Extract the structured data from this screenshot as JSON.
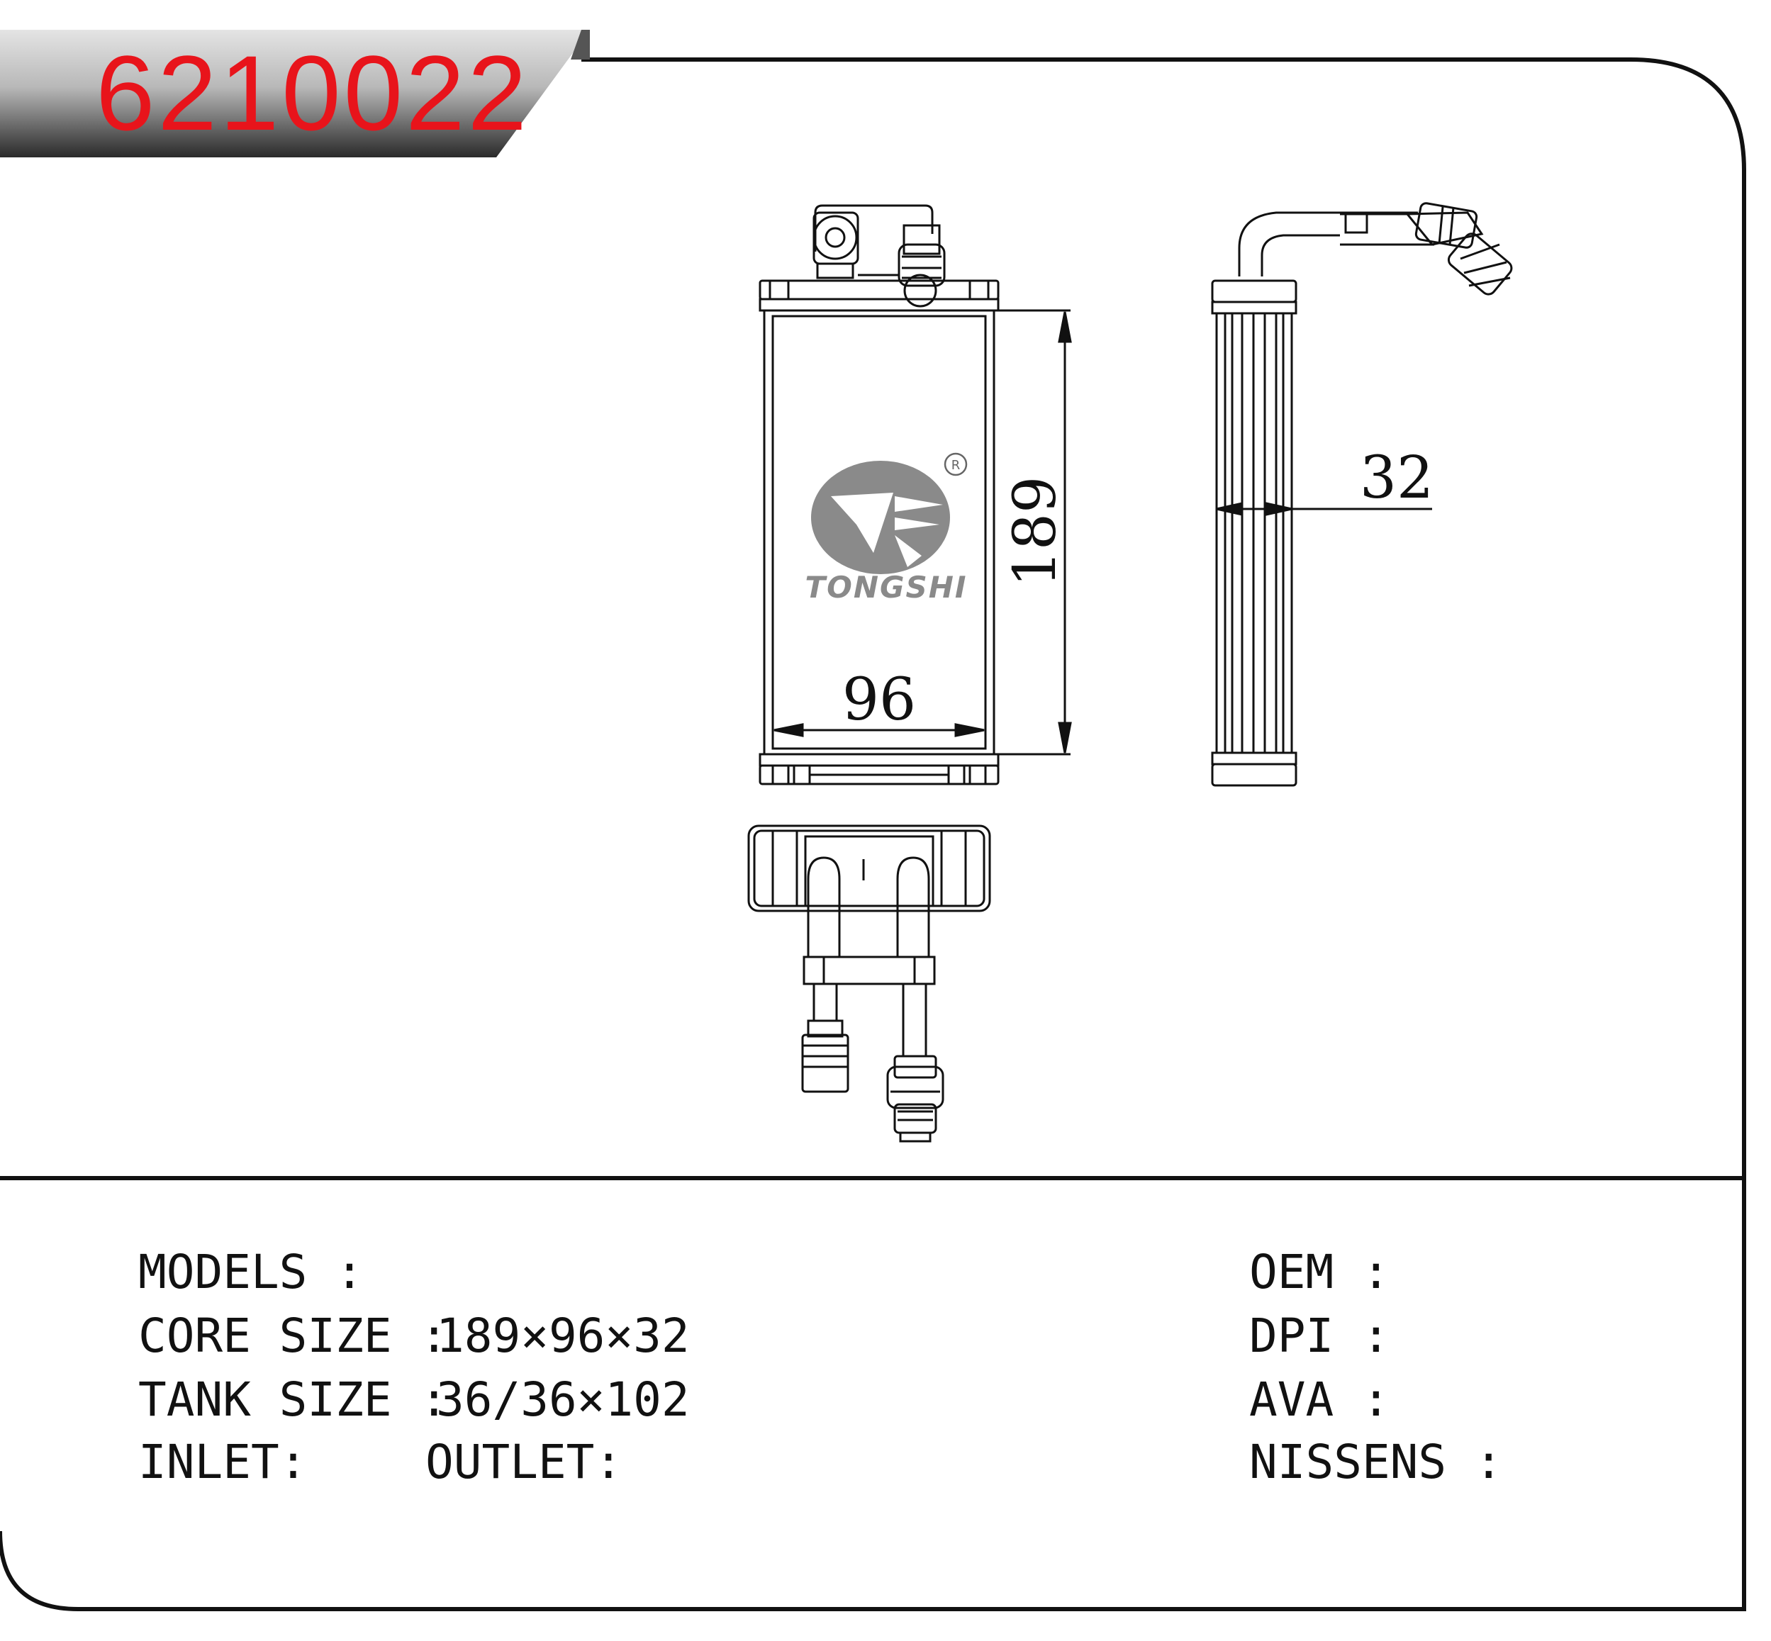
{
  "part_number": "6210022",
  "brand": {
    "name": "TONGSHI",
    "registered_mark": "R"
  },
  "dimensions": {
    "height": "189",
    "width": "96",
    "depth": "32"
  },
  "specs": {
    "models": "MODELS :",
    "core_size_label": "CORE SIZE :",
    "core_size_value": "189×96×32",
    "tank_size_label": "TANK SIZE :",
    "tank_size_value": "36/36×102",
    "inlet": "INLET:",
    "outlet": "OUTLET:",
    "oem": "OEM :",
    "dpi": "DPI :",
    "ava": "AVA :",
    "nissens": "NISSENS :"
  },
  "colors": {
    "part_number": "#e8141b",
    "logo_grey": "#8a8a8a",
    "line": "#111111"
  }
}
